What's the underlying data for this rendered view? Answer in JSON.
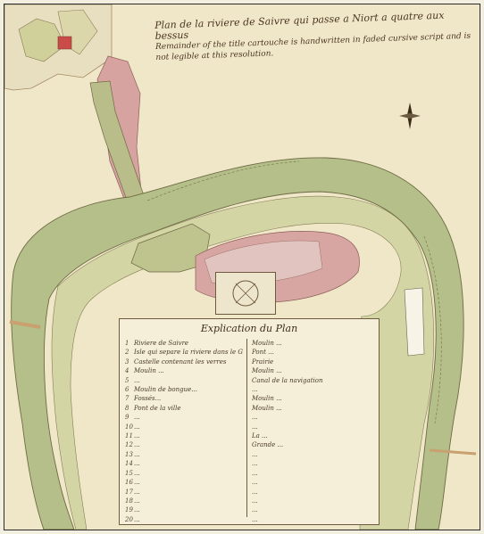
{
  "map": {
    "title": "Plan de la riviere de Saivre qui passe a Niort a quatre aux bessus",
    "title_rest": "Remainder of the title cartouche is handwritten in faded cursive script and is not legible at this resolution.",
    "legend_heading": "Explication du Plan",
    "legend_left": [
      {
        "num": "1",
        "text": "Riviere de Saivre"
      },
      {
        "num": "2",
        "text": "Isle qui separe la riviere dans le Grand Moulin"
      },
      {
        "num": "3",
        "text": "Castelle contenant les verres"
      },
      {
        "num": "4",
        "text": "Moulin ..."
      },
      {
        "num": "5",
        "text": "..."
      },
      {
        "num": "6",
        "text": "Moulin de bongue..."
      },
      {
        "num": "7",
        "text": "Fossés..."
      },
      {
        "num": "8",
        "text": "Pont de la ville"
      },
      {
        "num": "9",
        "text": "..."
      },
      {
        "num": "10",
        "text": "..."
      },
      {
        "num": "11",
        "text": "..."
      },
      {
        "num": "12",
        "text": "..."
      },
      {
        "num": "13",
        "text": "..."
      },
      {
        "num": "14",
        "text": "..."
      },
      {
        "num": "15",
        "text": "..."
      },
      {
        "num": "16",
        "text": "..."
      },
      {
        "num": "17",
        "text": "..."
      },
      {
        "num": "18",
        "text": "..."
      },
      {
        "num": "19",
        "text": "..."
      },
      {
        "num": "20",
        "text": "..."
      }
    ],
    "legend_right": [
      {
        "num": "",
        "text": "Moulin ..."
      },
      {
        "num": "",
        "text": "Pont ..."
      },
      {
        "num": "",
        "text": "Prairie"
      },
      {
        "num": "",
        "text": "Moulin ..."
      },
      {
        "num": "",
        "text": "Canal de la navigation"
      },
      {
        "num": "",
        "text": "..."
      },
      {
        "num": "",
        "text": "Moulin ..."
      },
      {
        "num": "",
        "text": "Moulin ..."
      },
      {
        "num": "",
        "text": "..."
      },
      {
        "num": "",
        "text": "..."
      },
      {
        "num": "",
        "text": "La ..."
      },
      {
        "num": "",
        "text": "Grande ..."
      },
      {
        "num": "",
        "text": "..."
      },
      {
        "num": "",
        "text": "..."
      },
      {
        "num": "",
        "text": "..."
      },
      {
        "num": "",
        "text": "..."
      },
      {
        "num": "",
        "text": "..."
      },
      {
        "num": "",
        "text": "..."
      },
      {
        "num": "",
        "text": "..."
      },
      {
        "num": "",
        "text": "..."
      }
    ]
  },
  "colors": {
    "paper": "#f1e9cc",
    "river": "#b6c08a",
    "river_dark": "#9aa872",
    "town_pink": "#d9a0a0",
    "town_red": "#c77b77",
    "meadow": "#d2d3a3",
    "ink": "#4a3520"
  },
  "icons": {
    "compass": "compass-rose-icon",
    "cartouche": "coat-of-arms-icon"
  }
}
